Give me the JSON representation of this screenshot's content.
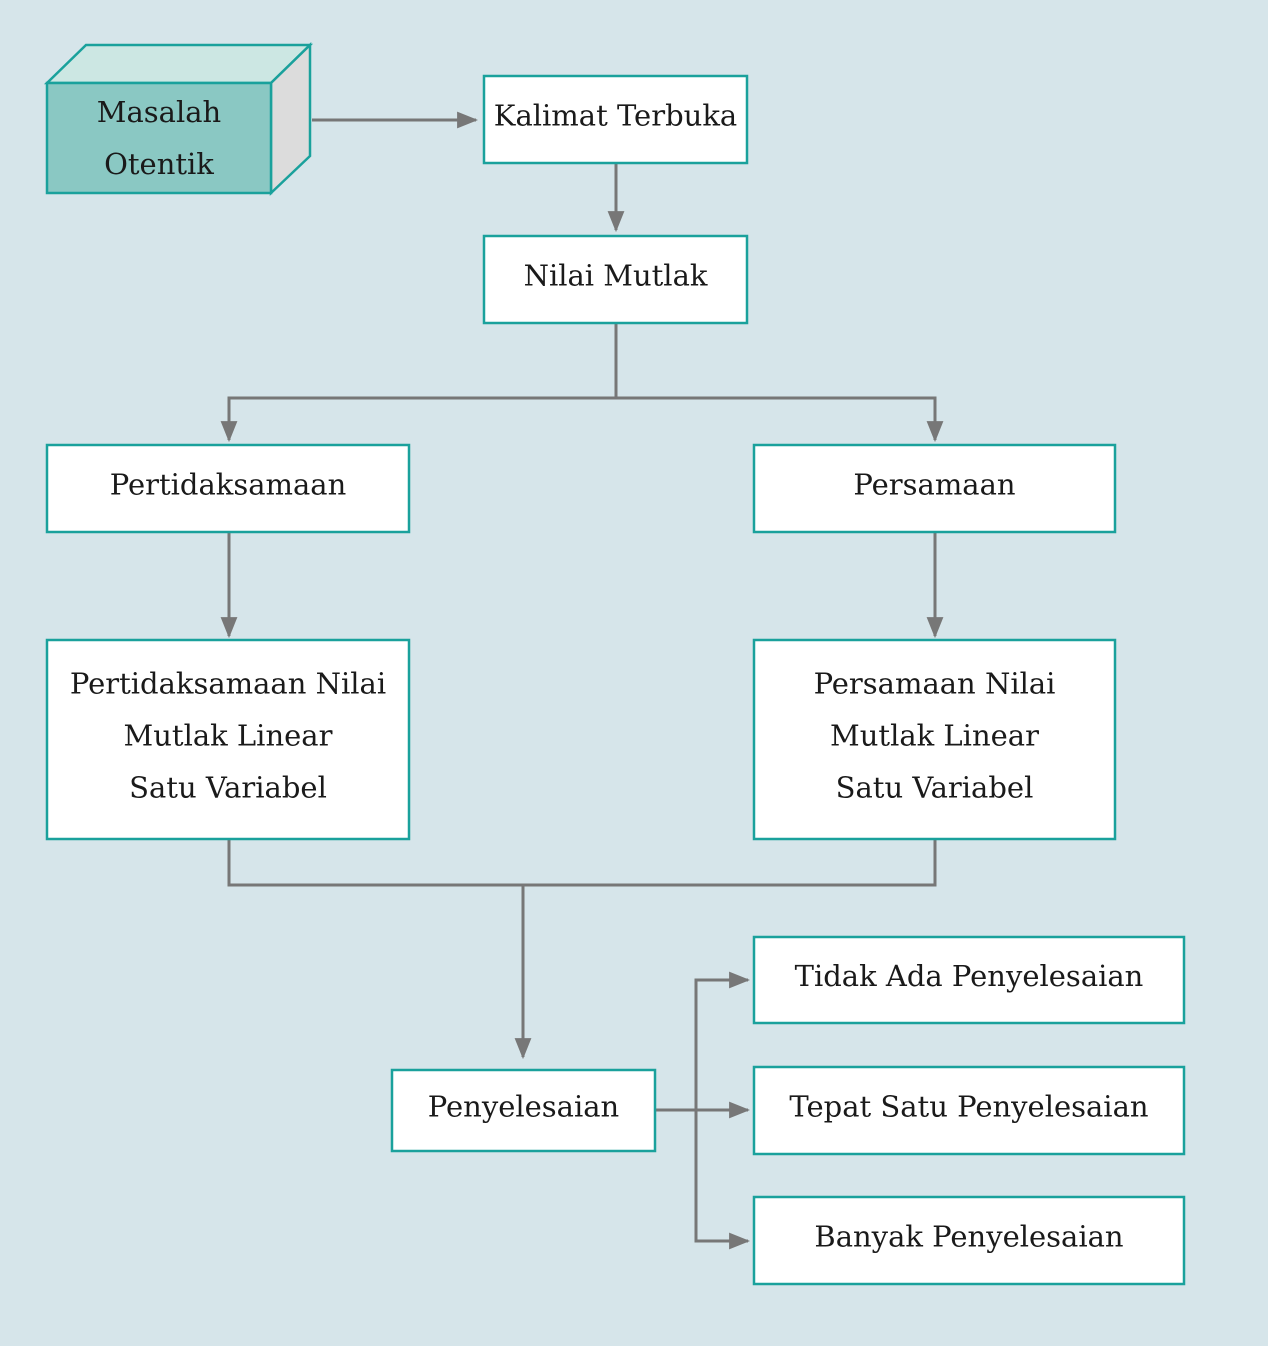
{
  "diagram": {
    "title_node": {
      "lines": [
        "Masalah",
        "Otentik"
      ]
    },
    "nodes": [
      {
        "id": "kalimat-terbuka",
        "lines": [
          "Kalimat Terbuka"
        ]
      },
      {
        "id": "nilai-mutlak",
        "lines": [
          "Nilai Mutlak"
        ]
      },
      {
        "id": "pertidaksamaan",
        "lines": [
          "Pertidaksamaan"
        ]
      },
      {
        "id": "persamaan",
        "lines": [
          "Persamaan"
        ]
      },
      {
        "id": "pertidaksamaan-nilai-mutlak",
        "lines": [
          "Pertidaksamaan Nilai",
          "Mutlak Linear",
          "Satu Variabel"
        ]
      },
      {
        "id": "persamaan-nilai-mutlak",
        "lines": [
          "Persamaan Nilai",
          "Mutlak Linear",
          "Satu Variabel"
        ]
      },
      {
        "id": "penyelesaian",
        "lines": [
          "Penyelesaian"
        ]
      },
      {
        "id": "tidak-ada-penyelesaian",
        "lines": [
          "Tidak Ada Penyelesaian"
        ]
      },
      {
        "id": "tepat-satu-penyelesaian",
        "lines": [
          "Tepat Satu Penyelesaian"
        ]
      },
      {
        "id": "banyak-penyelesaian",
        "lines": [
          "Banyak Penyelesaian"
        ]
      }
    ],
    "colors": {
      "background": "#d6e5ea",
      "border": "#1aa19c",
      "cube_front": "#8ac8c3",
      "cube_top": "#cce7e3",
      "cube_side": "#dcdcdc",
      "edge": "#777777"
    }
  }
}
